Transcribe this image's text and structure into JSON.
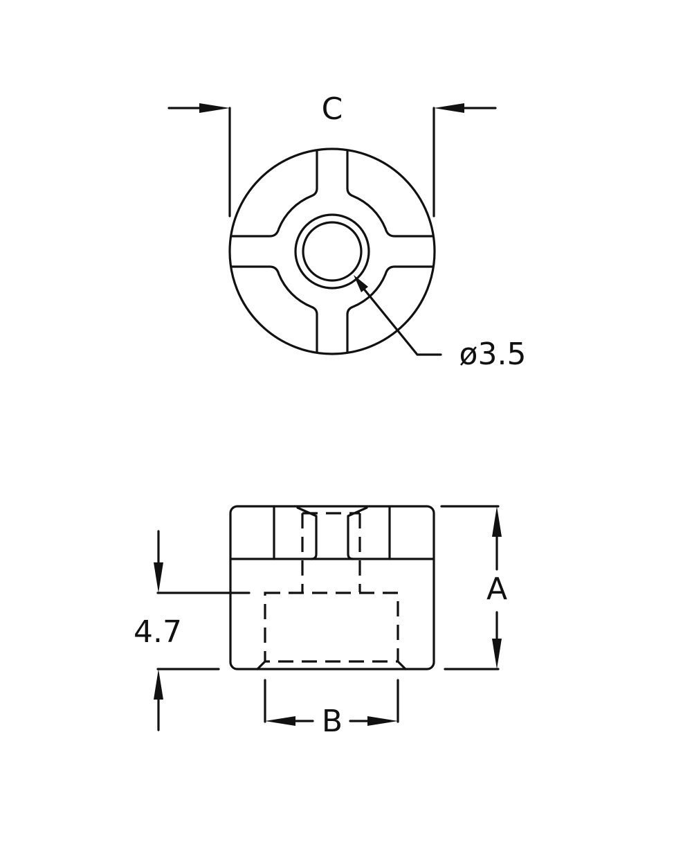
{
  "labels": {
    "top_width": "C",
    "hole_diameter": "ø3.5",
    "height": "A",
    "bore_width": "B",
    "bore_depth": "4.7"
  },
  "colors": {
    "line": "#111111",
    "background": "#ffffff"
  }
}
